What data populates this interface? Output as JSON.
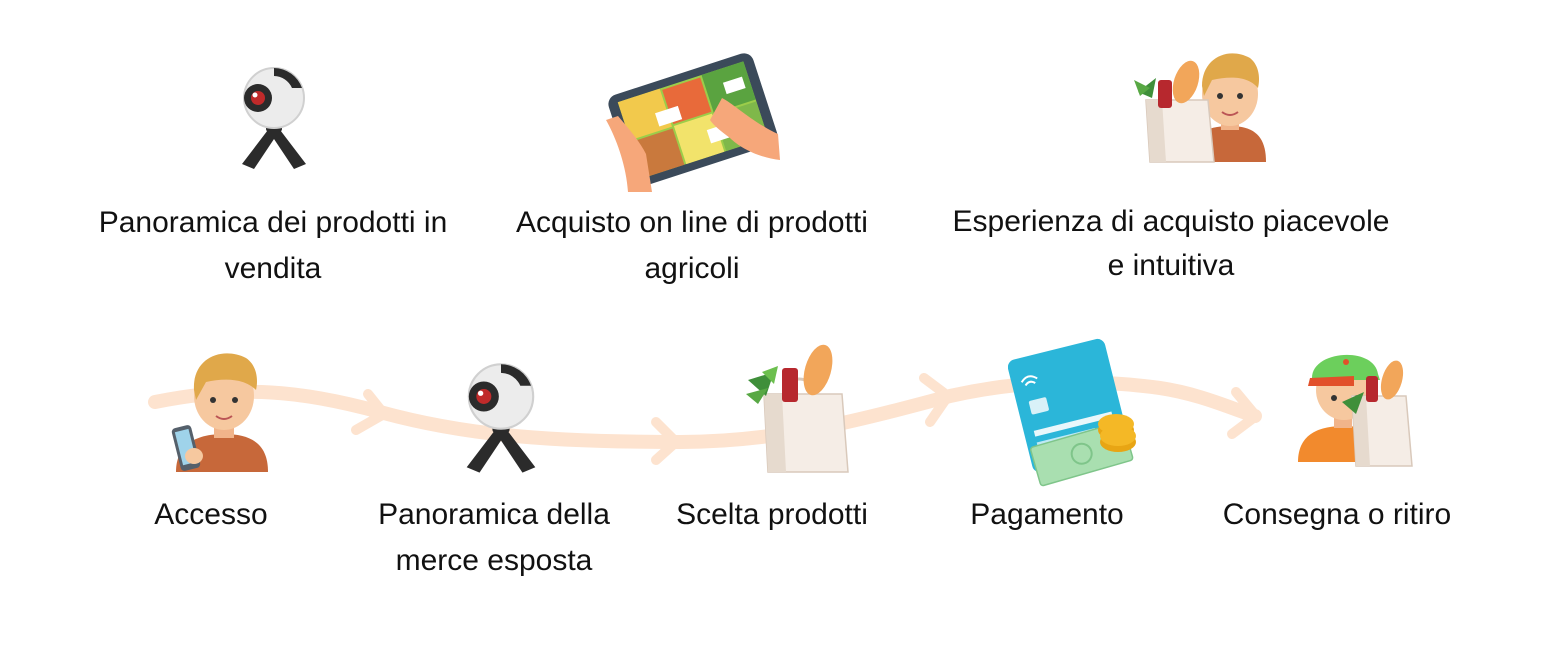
{
  "top_features": [
    {
      "icon": "360-camera-icon",
      "line1": "Panoramica dei prodotti in",
      "line2": "vendita"
    },
    {
      "icon": "tablet-hands-icon",
      "line1": "Acquisto on line di prodotti",
      "line2": "agricoli"
    },
    {
      "icon": "man-shopping-bag-icon",
      "line1": "Esperienza di acquisto piacevole",
      "line2": "e intuitiva"
    }
  ],
  "process_steps": [
    {
      "icon": "man-with-phone-icon",
      "line1": "Accesso",
      "line2": ""
    },
    {
      "icon": "360-camera-icon",
      "line1": "Panoramica della",
      "line2": "merce esposta"
    },
    {
      "icon": "grocery-bag-icon",
      "line1": "Scelta prodotti",
      "line2": ""
    },
    {
      "icon": "credit-card-money-icon",
      "line1": "Pagamento",
      "line2": ""
    },
    {
      "icon": "delivery-person-icon",
      "line1": "Consegna o ritiro",
      "line2": ""
    }
  ],
  "colors": {
    "flow_path": "#fde3cf",
    "skin": "#f6c89f",
    "hair": "#e0a84a",
    "card": "#2bb6d9",
    "cash": "#a9dfb0",
    "coin": "#f4b826",
    "bag": "#f5ede6",
    "cap": "#6ccf5c",
    "shirt": "#f28a2d"
  }
}
